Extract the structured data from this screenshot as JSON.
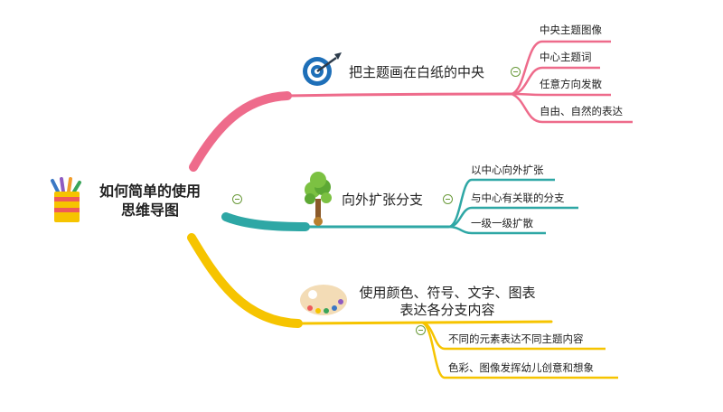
{
  "root": {
    "title_line1": "如何简单的使用",
    "title_line2": "思维导图"
  },
  "colors": {
    "pink": "#ee6b8b",
    "teal": "#2ea7a5",
    "yellow": "#f6c400",
    "collapse": "#6a9a3a"
  },
  "branches": [
    {
      "label": "把主题画在白纸的中央",
      "icon": "target-icon",
      "leaves": [
        "中央主题图像",
        "中心主题词",
        "任意方向发散",
        "自由、自然的表达"
      ]
    },
    {
      "label": "向外扩张分支",
      "icon": "tree-icon",
      "leaves": [
        "以中心向外扩张",
        "与中心有关联的分支",
        "一级一级扩散"
      ]
    },
    {
      "label_line1": "使用颜色、符号、文字、图表",
      "label_line2": "表达各分支内容",
      "icon": "palette-icon",
      "leaves": [
        "不同的元素表达不同主题内容",
        "色彩、图像发挥幼儿创意和想象"
      ]
    }
  ]
}
